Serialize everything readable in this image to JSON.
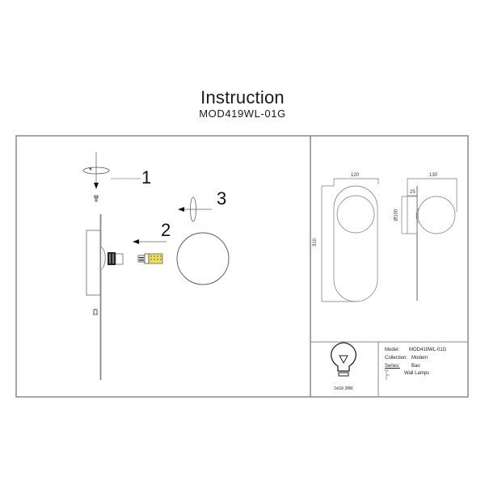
{
  "header": {
    "title": "Instruction",
    "model_code": "MOD419WL-01G"
  },
  "assembly": {
    "steps": [
      {
        "number": "1",
        "action": "rotate-down-screw"
      },
      {
        "number": "2",
        "action": "insert-bulb"
      },
      {
        "number": "3",
        "action": "rotate-attach-glass"
      }
    ]
  },
  "dimensions": {
    "front_width": "120",
    "height": "310",
    "side_depth": "130",
    "plate_depth": "25",
    "shade_diameter": "Ø100"
  },
  "spec": {
    "bulb": "1xG9 28W",
    "model_label": "Model:",
    "model_value": "MOD419WL-01G",
    "collection_label": "Collection:",
    "collection_value": "Modern",
    "series_label": "Series:",
    "series_value": "Bao",
    "category_value": "Wall Lamps"
  },
  "colors": {
    "line": "#555555",
    "frame": "#8a8a8a",
    "bulb_led": "#f2e04a"
  }
}
